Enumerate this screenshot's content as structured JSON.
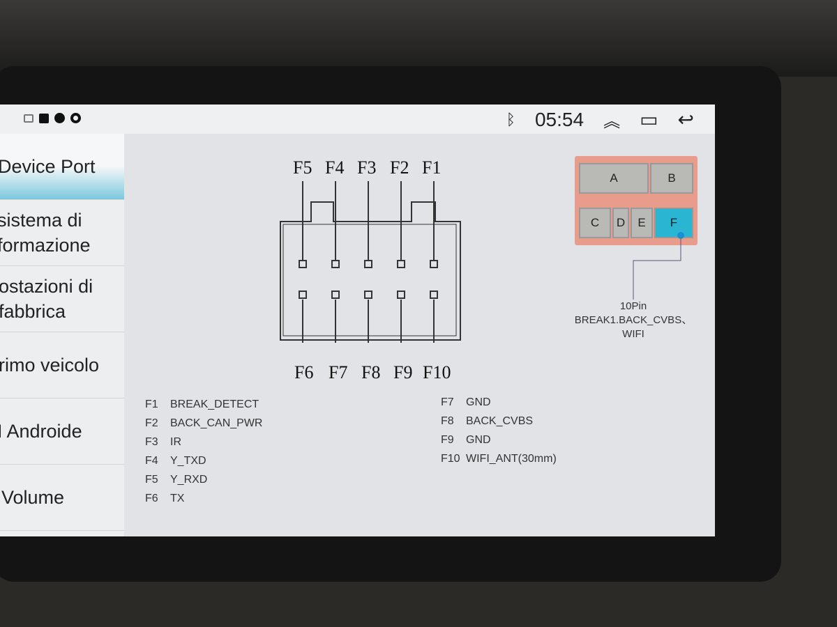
{
  "status_bar": {
    "time": "05:54",
    "icons": [
      "gallery-icon",
      "square-icon",
      "dot-icon",
      "ring-icon",
      "bluetooth-icon",
      "chevron-up-icon",
      "recent-apps-icon",
      "back-icon"
    ]
  },
  "sidebar": {
    "items": [
      {
        "label": "Device Port",
        "visible": "evice Port",
        "active": true
      },
      {
        "label": "sistema di\nformazione"
      },
      {
        "label": "ostazioni di\nfabbrica"
      },
      {
        "label": "rimo veicolo"
      },
      {
        "label": "I Androide"
      },
      {
        "label": "Volume"
      }
    ]
  },
  "diagram": {
    "top_pins": [
      "F5",
      "F4",
      "F3",
      "F2",
      "F1"
    ],
    "bottom_pins": [
      "F6",
      "F7",
      "F8",
      "F9",
      "F10"
    ]
  },
  "legend_left": [
    {
      "pin": "F1",
      "name": "BREAK_DETECT"
    },
    {
      "pin": "F2",
      "name": "BACK_CAN_PWR"
    },
    {
      "pin": "F3",
      "name": "IR"
    },
    {
      "pin": "F4",
      "name": "Y_TXD"
    },
    {
      "pin": "F5",
      "name": "Y_RXD"
    },
    {
      "pin": "F6",
      "name": "TX"
    }
  ],
  "legend_right": [
    {
      "pin": "F7",
      "name": "GND"
    },
    {
      "pin": "F8",
      "name": "BACK_CVBS"
    },
    {
      "pin": "F9",
      "name": "GND"
    },
    {
      "pin": "F10",
      "name": "WIFI_ANT(30mm)"
    }
  ],
  "connectors": {
    "items": [
      "A",
      "B",
      "C",
      "D",
      "E",
      "F"
    ],
    "selected": "F",
    "note_line1": "10Pin",
    "note_line2": "BREAK1.BACK_CVBS、",
    "note_line3": "WIFI"
  },
  "colors": {
    "accent": "#2ab6d2",
    "connector_bg": "#e89c8c"
  }
}
